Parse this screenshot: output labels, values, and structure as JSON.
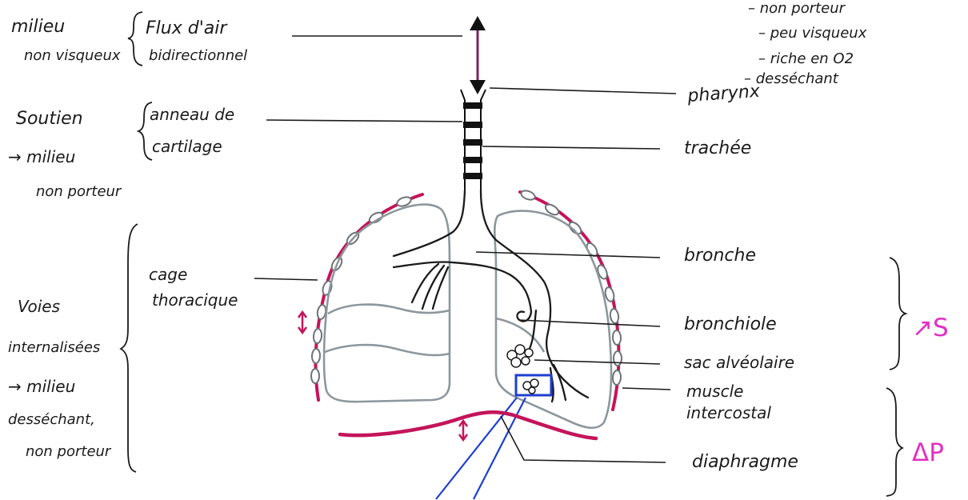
{
  "left_notes": {
    "flow_medium": {
      "line1": "milieu",
      "line2": "non visqueux"
    },
    "flow": {
      "line1": "Flux d'air",
      "line2": "bidirectionnel"
    },
    "support_medium": {
      "line1": "Soutien",
      "line2": "→ milieu",
      "line3": "non porteur"
    },
    "support": {
      "line1": "anneau de",
      "line2": "cartilage"
    },
    "cage": {
      "line1": "cage",
      "line2": "thoracique"
    },
    "internal": {
      "line1": "Voies",
      "line2": "internalisées",
      "line3": "→ milieu",
      "line4": "desséchant,",
      "line5": "non porteur"
    }
  },
  "air_properties": [
    "– non porteur",
    "– peu visqueux",
    "– riche en O2",
    "– desséchant"
  ],
  "labels": {
    "pharynx": "pharynx",
    "trachea": "trachée",
    "bronchus": "bronche",
    "bronchiole": "bronchiole",
    "alveolar_sac": "sac alvéolaire",
    "muscle_line1": "muscle",
    "muscle_line2": "intercostal",
    "diaphragm": "diaphragme"
  },
  "right_notes": {
    "surface": "↗S",
    "pressure": "ΔP"
  },
  "colors": {
    "ink": "#1b1b1b",
    "lung": "#8d979c",
    "muscle": "#c4145a",
    "zoom_box": "#1e3fd0",
    "note": "#e22fc4"
  }
}
